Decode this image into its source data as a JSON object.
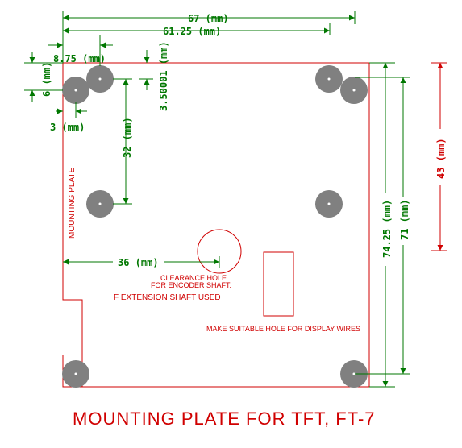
{
  "title": "MOUNTING PLATE FOR TFT, FT-7",
  "side_label": "MOUNTING PLATE",
  "notes": {
    "clearance_line1": "CLEARANCE HOLE",
    "clearance_line2": "FOR ENCODER SHAFT.",
    "extension": "F EXTENSION SHAFT USED",
    "display_wires": "MAKE SUITABLE HOLE FOR DISPLAY WIRES"
  },
  "dimensions": {
    "width_total": "67 (mm)",
    "width_holes": "61.25 (mm)",
    "offset_x": "8.75 (mm)",
    "offset_y": "6 (mm)",
    "offset_small": "3 (mm)",
    "offset_y2": "3.50001 (mm)",
    "hole_spacing_v": "32 (mm)",
    "encoder_x": "36 (mm)",
    "height_total": "74.25 (mm)",
    "height_holes": "71 (mm)",
    "height_right": "43 (mm)"
  },
  "colors": {
    "outline": "#d00000",
    "dimension": "#007700",
    "hole": "#808080"
  }
}
